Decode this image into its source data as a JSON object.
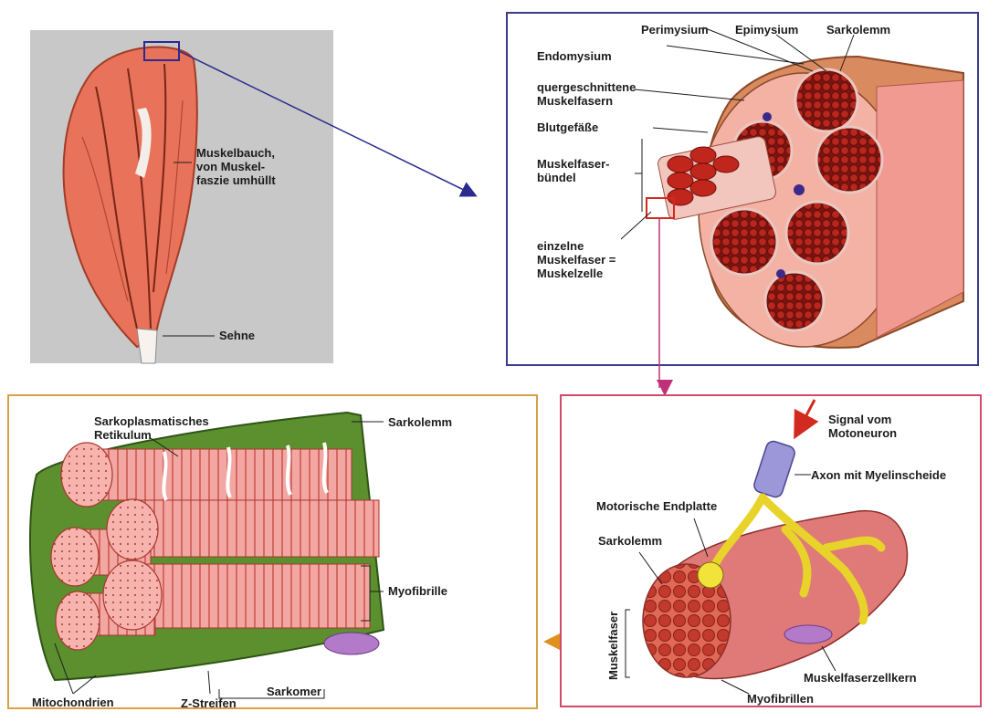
{
  "colors": {
    "muscle": "#e8735a",
    "muscle_dark": "#b8452f",
    "pink": "#f3a5a0",
    "fiber_red": "#c02b22",
    "gray_bg": "#c8c8c8",
    "panel2_border": "#3a3a8f",
    "panel3_border": "#d9a04a",
    "panel4_border": "#d24a6a",
    "green_sheath": "#5c8f2e",
    "yellow_nerve": "#f2e33a",
    "axon_purple": "#9b97d8",
    "arrow_blue": "#2a2a8f",
    "arrow_magenta": "#c0307a",
    "arrow_orange": "#e0901f"
  },
  "panel1": {
    "muscle_belly": "Muskelbauch,\nvon Muskel-\nfaszie umhüllt",
    "tendon": "Sehne"
  },
  "panel2": {
    "perimysium": "Perimysium",
    "epimysium": "Epimysium",
    "sarcolemma": "Sarkolemm",
    "endomysium": "Endomysium",
    "cross_sectioned_fibers": "quergeschnittene\nMuskelfasern",
    "blood_vessels": "Blutgefäße",
    "fiber_bundle": "Muskelfaser-\nbündel",
    "single_fiber": "einzelne\nMuskelfaser =\nMuskelzelle"
  },
  "panel3": {
    "sarcoplasmic_reticulum": "Sarkoplasmatisches\nRetikulum",
    "sarcolemma": "Sarkolemm",
    "myofibril": "Myofibrille",
    "mitochondria": "Mitochondrien",
    "z_lines": "Z-Streifen",
    "sarcomere": "Sarkomer"
  },
  "panel4": {
    "signal": "Signal vom\nMotoneuron",
    "axon": "Axon mit Myelinscheide",
    "end_plate": "Motorische Endplatte",
    "sarcolemma": "Sarkolemm",
    "muscle_fiber": "Muskelfaser",
    "nucleus": "Muskelfaserzellkern",
    "myofibrils": "Myofibrillen"
  }
}
